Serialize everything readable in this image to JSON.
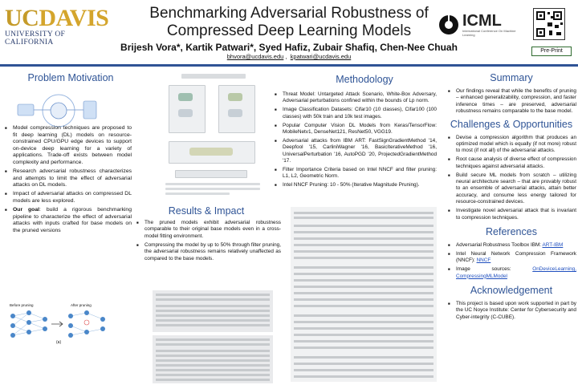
{
  "header": {
    "logo_uc": "UC",
    "logo_davis": "DAVIS",
    "logo_sub": "UNIVERSITY OF CALIFORNIA",
    "title": "Benchmarking Adversarial Robustness of Compressed Deep Learning Models",
    "authors": "Brijesh Vora*, Kartik Patwari*, Syed Hafiz, Zubair Shafiq, Chen-Nee Chuah",
    "emails": [
      "bhvora@ucdavis.edu",
      "kpatwari@ucdavis.edu"
    ],
    "icml_logo": "ICML",
    "icml_sub": "International Conference On Machine Learning",
    "preprint": "Pre-Print"
  },
  "motivation": {
    "heading": "Problem Motivation",
    "bullets": [
      "Model compression techniques are proposed to fit deep learning (DL) models on resource-constrained CPU/GPU edge devices to support on-device deep learning for a variety of applications. Trade-off exists between model complexity and performance.",
      "Research adversarial robustness characterizes and attempts to limit the effect of adversarial attacks on DL models.",
      "Impact of adversarial attacks on compressed DL models are less explored."
    ],
    "goal_label": "Our goal",
    "goal_text": ": build a rigorous benchmarking pipeline to characterize the effect of adversarial attacks with inputs crafted for base models on the pruned versions",
    "fig_labels": [
      "Before pruning",
      "After pruning",
      "(a)"
    ]
  },
  "methodology": {
    "heading": "Methodology",
    "bullets": [
      "Threat Model: Untargeted Attack Scenario, White-Box Adversary, Adversarial perturbations confined within the bounds of Lp norm.",
      "Image Classification Datasets: Cifar10 (10 classes), Cifar100 (100 classes) with 50k train and 10k test images.",
      "Popular Computer Vision DL Models from Keras/TensorFlow: MobileNetv1, DenseNet121, ResNet50, VGG19.",
      "Adversarial attacks from IBM ART: FastSignGradientMethod '14, Deepfool '15, CarliniWagner '16, BasicIterativeMethod '16, UniversalPerturbation '16, AutoPGD '20, ProjectedGradientMethod '17.",
      "Filter Importance Criteria based on Intel NNCF and filter pruning: L1, L2, Geometric Norm.",
      "Intel NNCF Pruning: 10 - 50% (Iterative Magnitude Pruning)."
    ]
  },
  "results": {
    "heading": "Results & Impact",
    "bullets": [
      "The pruned models exhibit adversarial robustness comparable to their original base models even in a cross-model fitting environment.",
      "Compressing the model by up to 50% through filter pruning, the adversarial robustness remains relatively unaffected as compared to the base models."
    ]
  },
  "summary": {
    "heading": "Summary",
    "bullets": [
      "Our findings reveal that while the benefits of pruning – enhanced generalizability, compression, and faster inference times – are preserved, adversarial robustness remains comparable to the base model."
    ]
  },
  "challenges": {
    "heading": "Challenges & Opportunities",
    "bullets": [
      "Devise a compression algorithm that produces an optimized model which is equally (if not more) robust to most (if not all) of the adversarial attacks.",
      "Root cause analysis of diverse effect of compression techniques against adversarial attacks.",
      "Build secure ML models from scratch – utilizing neural architecture search – that are provably robust to an ensemble of adversarial attacks, attain better accuracy, and consume less energy tailored for resource-constrained devices.",
      "Investigate novel adversarial attack that is invariant to compression techniques."
    ]
  },
  "references": {
    "heading": "References",
    "items": [
      {
        "text": "Adversarial Robustness Toolbox IBM: ",
        "link": "ART-IBM"
      },
      {
        "text": "Intel Neural Network Compression Framework (NNCF): ",
        "link": "NNCF"
      },
      {
        "text": "Image sources: ",
        "link": "OnDeviceLearning, CompressingMLModel"
      }
    ]
  },
  "acknowledgement": {
    "heading": "Acknowledgement",
    "text": "This project is based upon work supported in part by the UC Noyce Institute: Center for Cybersecurity and Cyber-integrity (C-CUBE)."
  },
  "colors": {
    "accent": "#2f5496",
    "gold": "#c59b2a"
  }
}
